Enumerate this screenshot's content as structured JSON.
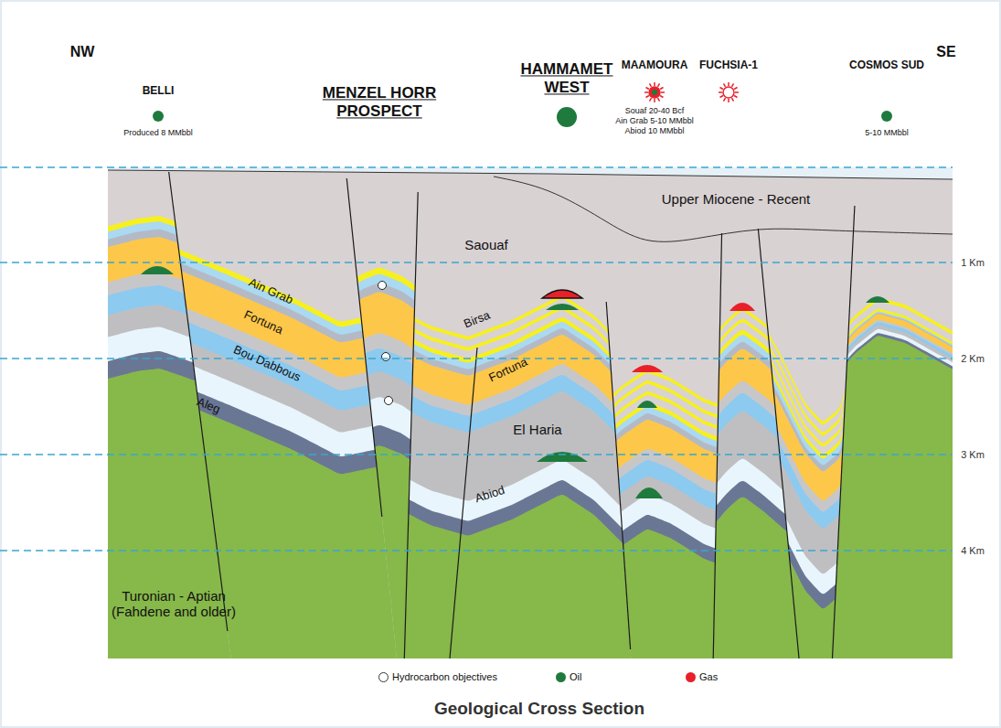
{
  "diagram": {
    "caption": "Geological Cross Section",
    "labels": [
      "NW",
      "SE",
      "BELLI",
      "Produced 8 MMbbl",
      "MENZEL HORR PROSPECT",
      "HAMMAMET WEST",
      "MAAMOURA",
      "Souaf 20-40 Bcf",
      "Ain Grab 5-10 MMbbl",
      "Abiod 10 MMbbl",
      "FUCHSIA-1",
      "COSMOS SUD",
      "5-10 MMbbl",
      "Upper Miocene - Recent",
      "Saouaf",
      "Ain Grab",
      "Fortuna",
      "Bou Dabbous",
      "Aleg",
      "Birsa",
      "Fortuna",
      "El Haria",
      "Abiod",
      "Turonian - Aptian (Fahdene and older)",
      "1 Km",
      "2 Km",
      "3 Km",
      "4 Km"
    ],
    "legend": [
      {
        "text": "Hydrocarbon objectives"
      },
      {
        "text": "Oil",
        "color": "#1f7a3e"
      },
      {
        "text": "Gas",
        "color": "#e8202a"
      }
    ]
  }
}
